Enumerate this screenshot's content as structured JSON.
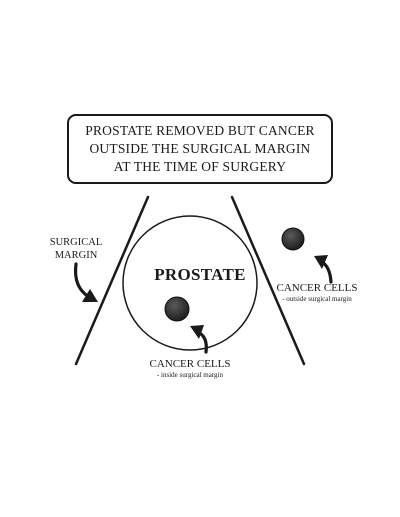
{
  "title": {
    "lines": [
      "PROSTATE REMOVED BUT CANCER",
      "OUTSIDE THE SURGICAL MARGIN",
      "AT THE TIME OF SURGERY"
    ]
  },
  "labels": {
    "surgical_margin": [
      "SURGICAL",
      "MARGIN"
    ],
    "prostate": "PROSTATE",
    "cancer_outside": {
      "main": "CANCER CELLS",
      "sub": "- outside surgical margin"
    },
    "cancer_inside": {
      "main": "CANCER CELLS",
      "sub": "- inside surgical margin"
    }
  },
  "colors": {
    "ink": "#1a1a1a",
    "cell_dark": "#1e1e1e",
    "cell_light": "#5a5a5a",
    "background": "#ffffff"
  }
}
